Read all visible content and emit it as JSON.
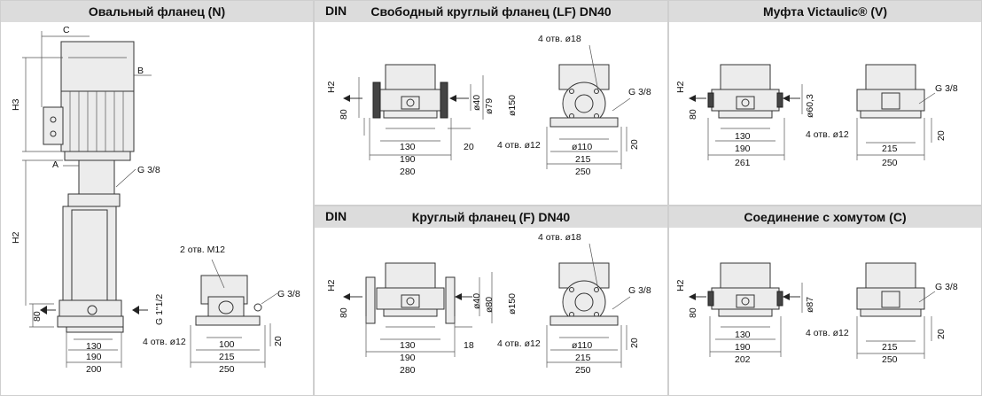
{
  "colors": {
    "header_bg": "#dcdcdc",
    "line": "#333333"
  },
  "panels": {
    "oval": {
      "title": "Овальный фланец (N)",
      "labels": {
        "C": "C",
        "B": "B",
        "A": "A",
        "H3": "H3",
        "H2": "H2",
        "g38": "G 3/8",
        "g1": "G 1\"1/2",
        "holes_m12": "2 отв. M12",
        "holes_12": "4 отв. ø12",
        "g38b": "G 3/8"
      },
      "dims": {
        "d80": "80",
        "d130": "130",
        "d190": "190",
        "d200": "200",
        "d100": "100",
        "d215": "215",
        "d250": "250",
        "d20": "20"
      }
    },
    "lf": {
      "din": "DIN",
      "title": "Свободный круглый фланец (LF) DN40",
      "labels": {
        "holes18": "4 отв. ø18",
        "g38": "G 3/8",
        "holes12": "4 отв. ø12"
      },
      "dims": {
        "H2": "H2",
        "d80": "80",
        "d40": "ø40",
        "d79": "ø79",
        "d150": "ø150",
        "d130": "130",
        "d190": "190",
        "d280": "280",
        "d20": "20",
        "d110": "ø110",
        "d215": "215",
        "d250": "250",
        "d20b": "20"
      }
    },
    "victaulic": {
      "title": "Муфта Victaulic® (V)",
      "labels": {
        "g38": "G 3/8",
        "holes12": "4 отв. ø12"
      },
      "dims": {
        "H2": "H2",
        "d80": "80",
        "d603": "ø60,3",
        "d130": "130",
        "d190": "190",
        "d261": "261",
        "d215": "215",
        "d250": "250",
        "d20": "20"
      }
    },
    "f": {
      "din": "DIN",
      "title": "Круглый фланец (F) DN40",
      "labels": {
        "holes18": "4 отв. ø18",
        "g38": "G 3/8",
        "holes12": "4 отв. ø12"
      },
      "dims": {
        "H2": "H2",
        "d80": "80",
        "d40": "ø40",
        "d80b": "ø80",
        "d150": "ø150",
        "d130": "130",
        "d190": "190",
        "d280": "280",
        "d18": "18",
        "d110": "ø110",
        "d215": "215",
        "d250": "250",
        "d20": "20"
      }
    },
    "clamp": {
      "title": "Соединение с хомутом (C)",
      "labels": {
        "g38": "G 3/8",
        "holes12": "4 отв. ø12"
      },
      "dims": {
        "H2": "H2",
        "d80": "80",
        "d87": "ø87",
        "d130": "130",
        "d190": "190",
        "d202": "202",
        "d215": "215",
        "d250": "250",
        "d20": "20"
      }
    }
  }
}
